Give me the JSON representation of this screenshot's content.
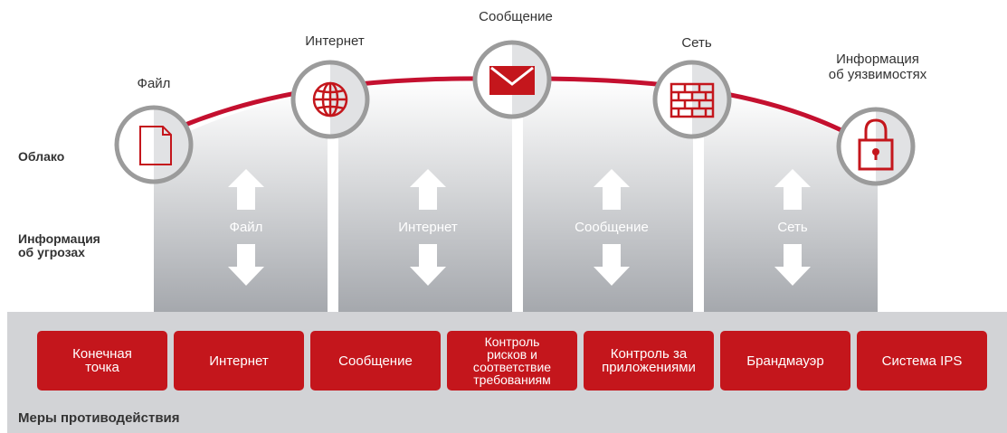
{
  "side_labels": {
    "cloud": "Облако",
    "threat_info_line1": "Информация",
    "threat_info_line2": "об угрозах"
  },
  "nodes": [
    {
      "label": "Файл",
      "icon": "file-icon"
    },
    {
      "label": "Интернет",
      "icon": "globe-icon"
    },
    {
      "label": "Сообщение",
      "icon": "envelope-icon"
    },
    {
      "label": "Сеть",
      "icon": "firewall-brick-icon"
    },
    {
      "label_line1": "Информация",
      "label_line2": "об уязвимостях",
      "icon": "lock-icon"
    }
  ],
  "columns": [
    {
      "label": "Файл"
    },
    {
      "label": "Интернет"
    },
    {
      "label": "Сообщение"
    },
    {
      "label": "Сеть"
    }
  ],
  "buttons": [
    {
      "line1": "Конечная",
      "line2": "точка"
    },
    {
      "line1": "Интернет"
    },
    {
      "line1": "Сообщение"
    },
    {
      "line1": "Контроль",
      "line2": "рисков и",
      "line3": "соответствие",
      "line4": "требованиям"
    },
    {
      "line1": "Контроль за",
      "line2": "приложениями"
    },
    {
      "line1": "Брандмауэр"
    },
    {
      "line1": "Система IPS"
    }
  ],
  "footer_label": "Меры противодействия",
  "colors": {
    "accent": "#c4161c",
    "arc": "#c4102f",
    "circle_border": "#9b9b9b",
    "panel_top": "#ffffff",
    "panel_bottom": "#a5a8ad",
    "bar": "#d2d3d6"
  }
}
